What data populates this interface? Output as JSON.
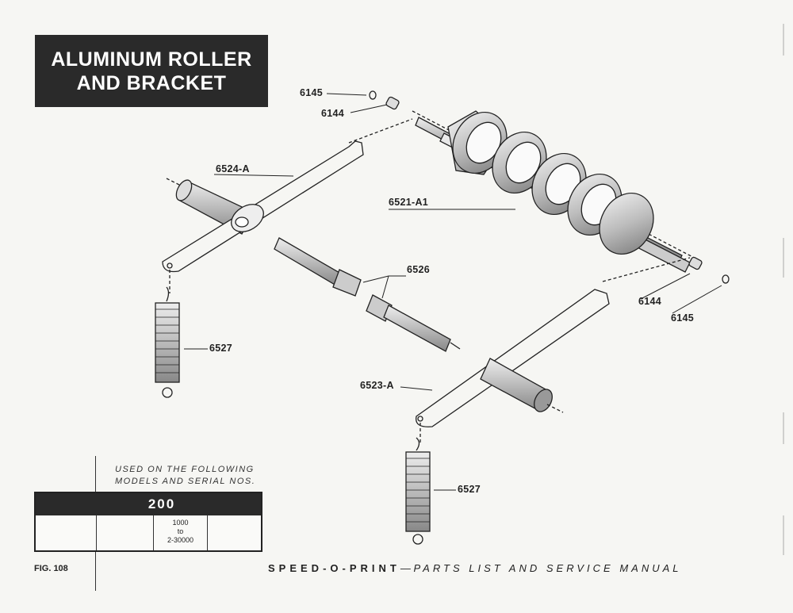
{
  "title": {
    "line1": "ALUMINUM ROLLER",
    "line2": "AND BRACKET"
  },
  "parts": {
    "p6145_top": "6145",
    "p6144_top": "6144",
    "p6524A": "6524-A",
    "p6521A1": "6521-A1",
    "p6526": "6526",
    "p6527_left": "6527",
    "p6144_right": "6144",
    "p6145_right": "6145",
    "p6523A": "6523-A",
    "p6527_bottom": "6527"
  },
  "usage": {
    "line1": "USED ON THE FOLLOWING",
    "line2": "MODELS AND SERIAL NOS."
  },
  "model": {
    "number": "200",
    "serial_from": "1000",
    "serial_to_word": "to",
    "serial_to": "2-30000"
  },
  "figure": "FIG. 108",
  "footer": {
    "brand": "SPEED-O-PRINT",
    "dash": "—",
    "manual": "PARTS LIST AND SERVICE MANUAL"
  },
  "colors": {
    "ink": "#222222",
    "paper": "#f6f6f3",
    "title_bg": "#2a2a2a"
  }
}
